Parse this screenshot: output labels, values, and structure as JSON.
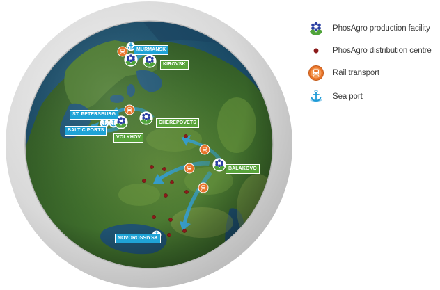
{
  "legend": {
    "production": "PhosAgro production facility",
    "distribution": "PhosAgro distribution centre",
    "rail": "Rail transport",
    "sea": "Sea port"
  },
  "places": {
    "murmansk": "MURMANSK",
    "kirovsk": "KIROVSK",
    "st_petersburg": "ST. PETERSBURG",
    "baltic_ports": "BALTIC PORTS",
    "volkhov": "VOLKHOV",
    "cherepovets": "CHEREPOVETS",
    "balakovo": "BALAKOVO",
    "novorossiysk": "NOVOROSSIYSK"
  },
  "colors": {
    "port_label": "#1fa3d6",
    "plant_label": "#58a33a",
    "distribution_dot": "#8b1a1a",
    "rail_icon": "#e8742a",
    "route_arrow": "#2f9fe0",
    "globe_rim": "#c8c8c8"
  },
  "icons": {
    "production": "flower-plant-icon",
    "distribution": "dot-icon",
    "rail": "train-icon",
    "sea": "anchor-icon"
  }
}
